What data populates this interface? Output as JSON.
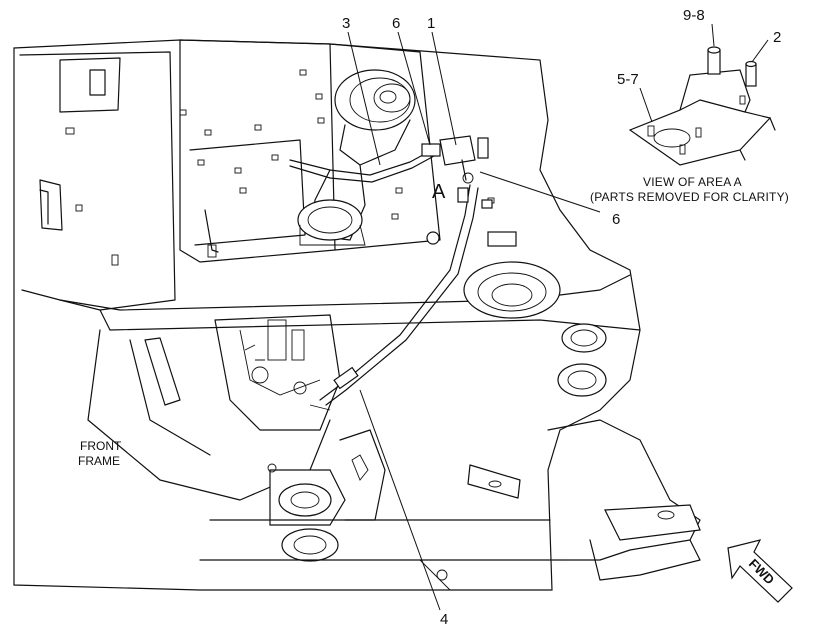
{
  "callouts": {
    "c3": "3",
    "c6_top": "6",
    "c1": "1",
    "c6_right": "6",
    "c4": "4",
    "c98": "9-8",
    "c2": "2",
    "c57": "5-7"
  },
  "area_marker": "A",
  "caption": {
    "line1": "VIEW OF AREA  A",
    "line2": "(PARTS REMOVED FOR CLARITY)"
  },
  "frame_label": {
    "line1": "FRONT",
    "line2": "FRAME"
  },
  "fwd_label": "FWD"
}
